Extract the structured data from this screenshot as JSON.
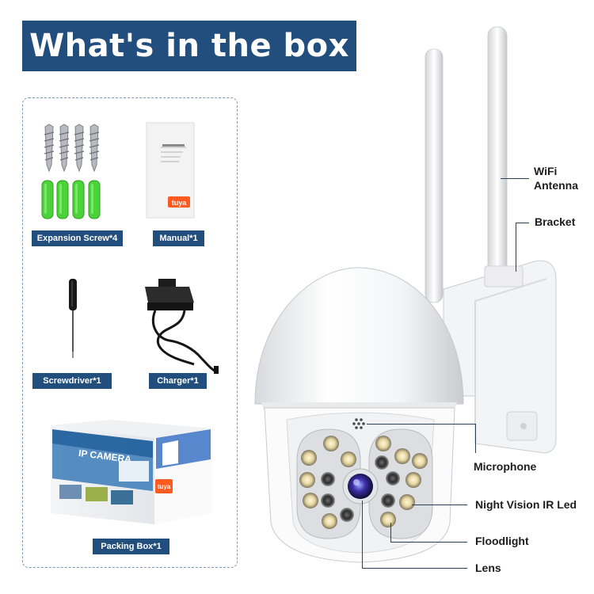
{
  "banner": {
    "title": "What's in the box"
  },
  "items": {
    "expansion_screw": "Expansion Screw*4",
    "manual": "Manual*1",
    "screwdriver": "Screwdriver*1",
    "charger": "Charger*1",
    "packing_box": "Packing Box*1"
  },
  "callouts": {
    "wifi_antenna_line1": "WiFi",
    "wifi_antenna_line2": "Antenna",
    "bracket": "Bracket",
    "microphone": "Microphone",
    "night_vision": "Night Vision IR Led",
    "floodlight": "Floodlight",
    "lens": "Lens"
  },
  "manual_cover": {
    "brand": "tuya"
  },
  "packing_box": {
    "side_text": "IP CAMERA",
    "brand_badge": "tuya"
  },
  "colors": {
    "banner_bg": "#224e7d",
    "tuya_orange": "#ff5a1f",
    "anchor_green": "#4cd33a",
    "panel_border": "#7f96b8"
  }
}
